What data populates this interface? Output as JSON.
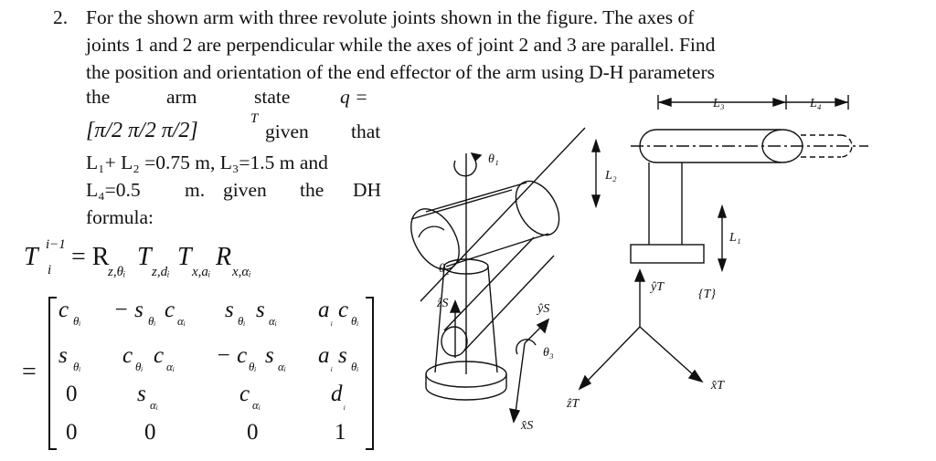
{
  "problem": {
    "number": "2.",
    "lines": [
      "For the shown arm with three revolute joints shown in the figure. The axes of",
      "joints 1 and 2 are perpendicular while the axes of joint 2 and 3 are parallel. Find",
      "the position and orientation of the end effector of the arm using D-H parameters"
    ],
    "w_the": "the",
    "w_arm": "arm",
    "w_state": "state",
    "w_q": "q =",
    "q_vector": "[π/2   π/2   π/2]",
    "q_transpose": "T",
    "w_given1": "given",
    "w_that": "that",
    "lengths_line1": "L₁+ L₂ =0.75 m, L₃=1.5 m and",
    "lengths_line2_a": "L₄=0.5",
    "lengths_line2_b": "m.",
    "lengths_line2_c": "given",
    "lengths_line2_d": "the",
    "lengths_line2_e": "DH",
    "formula_word": "formula:"
  },
  "formula": {
    "lhs": "T",
    "lhs_sup": "i−1",
    "lhs_sub": "i",
    "rhs": "= R",
    "r1_sub": "z,θᵢ",
    "t1": "T",
    "t1_sub": "z,dᵢ",
    "t2": "T",
    "t2_sub": "x,aᵢ",
    "r2": "R",
    "r2_sub": "x,αᵢ",
    "equals": "="
  },
  "matrix": [
    [
      "c",
      "θᵢ",
      "− s",
      "θᵢ",
      "c",
      "αᵢ",
      "s",
      "θᵢ",
      "s",
      "αᵢ",
      "a",
      "ᵢ",
      "c",
      "θᵢ"
    ],
    [
      "s",
      "θᵢ",
      "c",
      "θᵢ",
      "c",
      "αᵢ",
      "− c",
      "θᵢ",
      "s",
      "αᵢ",
      "a",
      "ᵢ",
      "s",
      "θᵢ"
    ],
    [
      "0",
      "",
      "s",
      "αᵢ",
      "c",
      "αᵢ",
      "d",
      "ᵢ"
    ],
    [
      "0",
      "0",
      "0",
      "1"
    ]
  ],
  "figure": {
    "label_L3": "L₃",
    "label_L4": "L₄",
    "label_L2": "L₂",
    "label_L1": "L₁",
    "label_theta1": "θ₁",
    "label_theta2": "θ₂",
    "label_theta3": "θ₃",
    "label_zS": "ẑS",
    "label_yS": "ŷS",
    "label_xS": "x̂S",
    "label_yT": "ŷT",
    "label_T": "{T}",
    "label_xT": "x̂T",
    "label_zT": "ẑT"
  }
}
